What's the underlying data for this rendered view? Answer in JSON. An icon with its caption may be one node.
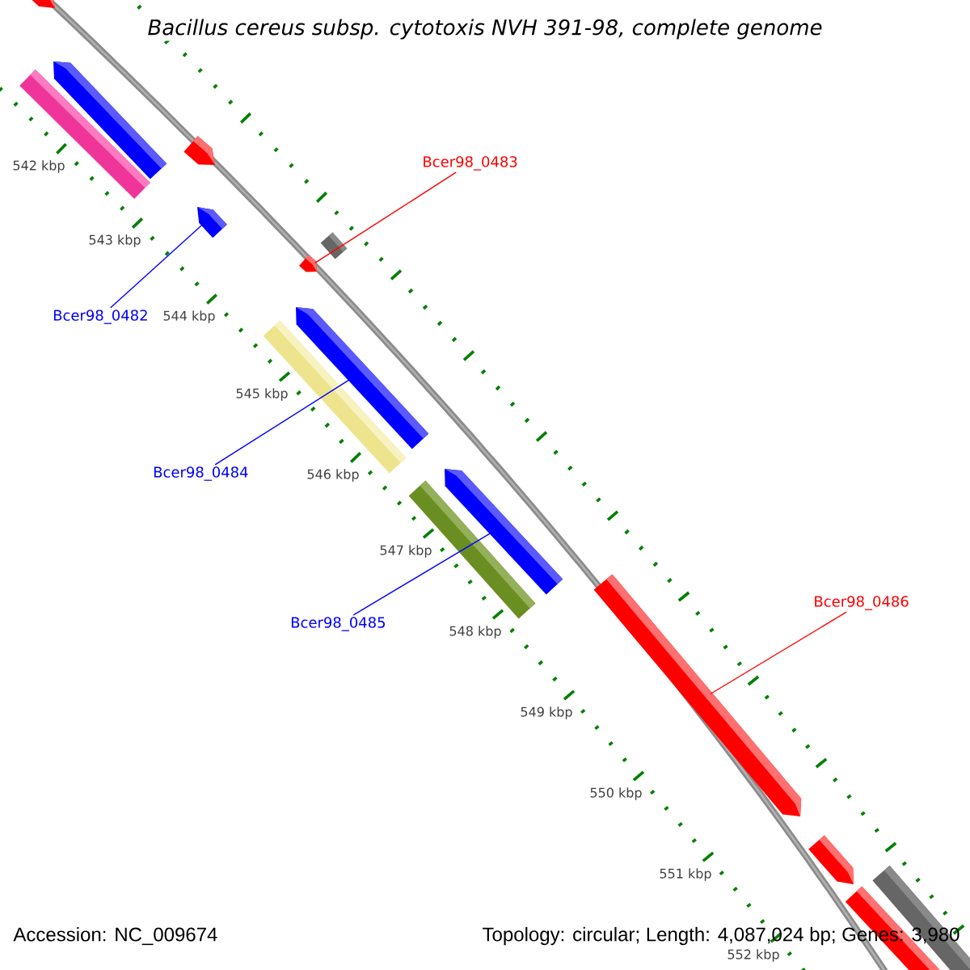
{
  "diagram": {
    "title": "Bacillus cereus subsp. cytotoxis NVH 391-98, complete genome",
    "nodes": [
      {
        "text": [
          "Bcer98_0483"
        ]
      },
      {
        "text": [
          "Bcer98_0482"
        ]
      },
      {
        "text": [
          "Bcer98_0484"
        ]
      },
      {
        "text": [
          "Bcer98_0486"
        ]
      },
      {
        "text": [
          "Bcer98_0485"
        ]
      },
      {
        "text": [],
        "shape": "arrow"
      },
      {
        "text": [],
        "shape": "arrow"
      },
      {
        "text": [],
        "shape": "bar"
      },
      {
        "text": [],
        "shape": "arrow"
      },
      {
        "text": [],
        "shape": "arrow"
      },
      {
        "text": [],
        "shape": "bar"
      },
      {
        "text": [],
        "shape": "arrow"
      },
      {
        "text": [],
        "shape": "arrow"
      },
      {
        "text": [],
        "shape": "bar"
      },
      {
        "text": [],
        "shape": "arrow"
      },
      {
        "text": [],
        "shape": "bar"
      },
      {
        "text": [],
        "shape": "arrow"
      },
      {
        "text": [],
        "shape": "arrow"
      },
      {
        "text": [],
        "shape": "bar"
      },
      {
        "text": [],
        "shape": "bar"
      }
    ],
    "edges": [
      {
        "from": 0,
        "to": 11,
        "arrow": "none",
        "color": "#ff0000"
      },
      {
        "from": 1,
        "to": 9,
        "arrow": "none"
      },
      {
        "from": 2,
        "to": 12,
        "arrow": "none"
      },
      {
        "from": 3,
        "to": 16,
        "arrow": "none",
        "color": "#ff0000"
      },
      {
        "from": 4,
        "to": 14,
        "arrow": "none"
      }
    ],
    "labels": [
      "542 kbp",
      "543 kbp",
      "544 kbp",
      "545 kbp",
      "546 kbp",
      "547 kbp",
      "548 kbp",
      "549 kbp",
      "550 kbp",
      "551 kbp",
      "552 kbp",
      "Accession: NC_009674",
      "Topology: circular; Length: 4,087,024 bp; Genes: 3,980"
    ]
  }
}
